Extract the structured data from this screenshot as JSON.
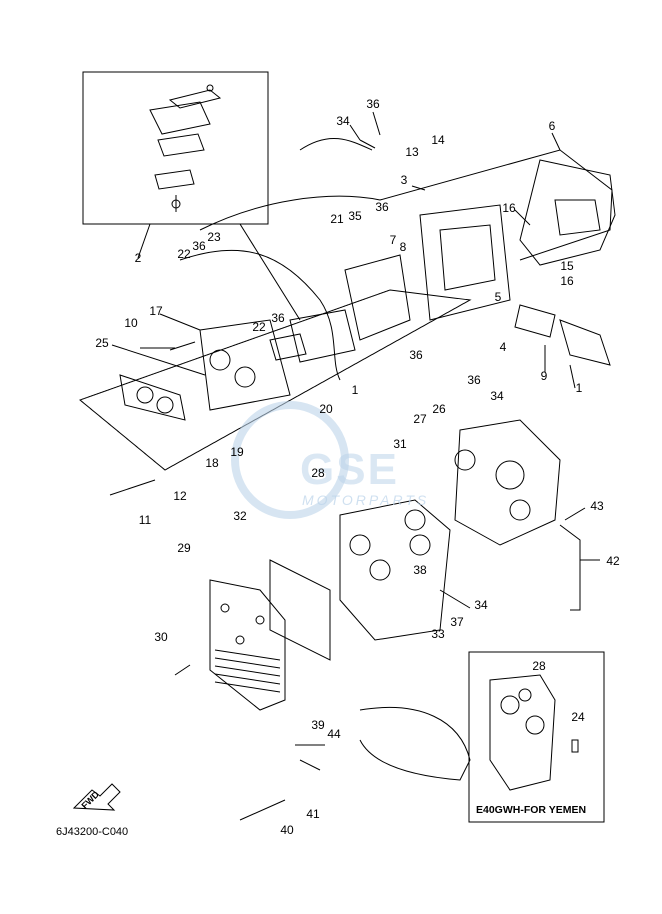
{
  "diagram_code": "6J43200-C040",
  "inset_caption": "E40GWH-FOR YEMEN",
  "direction_label": "FWD",
  "watermark": {
    "brand": "GSE",
    "sub": "MOTORPARTS"
  },
  "callouts": [
    {
      "id": "c1a",
      "text": "1"
    },
    {
      "id": "c1b",
      "text": "1"
    },
    {
      "id": "c2",
      "text": "2"
    },
    {
      "id": "c3",
      "text": "3"
    },
    {
      "id": "c4",
      "text": "4"
    },
    {
      "id": "c5",
      "text": "5"
    },
    {
      "id": "c6",
      "text": "6"
    },
    {
      "id": "c7",
      "text": "7"
    },
    {
      "id": "c8",
      "text": "8"
    },
    {
      "id": "c9",
      "text": "9"
    },
    {
      "id": "c10",
      "text": "10"
    },
    {
      "id": "c11",
      "text": "11"
    },
    {
      "id": "c12",
      "text": "12"
    },
    {
      "id": "c13",
      "text": "13"
    },
    {
      "id": "c14",
      "text": "14"
    },
    {
      "id": "c15",
      "text": "15"
    },
    {
      "id": "c16a",
      "text": "16"
    },
    {
      "id": "c16b",
      "text": "16"
    },
    {
      "id": "c17",
      "text": "17"
    },
    {
      "id": "c18",
      "text": "18"
    },
    {
      "id": "c19",
      "text": "19"
    },
    {
      "id": "c20",
      "text": "20"
    },
    {
      "id": "c21",
      "text": "21"
    },
    {
      "id": "c22a",
      "text": "22"
    },
    {
      "id": "c22b",
      "text": "22"
    },
    {
      "id": "c23",
      "text": "23"
    },
    {
      "id": "c24",
      "text": "24"
    },
    {
      "id": "c25",
      "text": "25"
    },
    {
      "id": "c26",
      "text": "26"
    },
    {
      "id": "c27",
      "text": "27"
    },
    {
      "id": "c28a",
      "text": "28"
    },
    {
      "id": "c28b",
      "text": "28"
    },
    {
      "id": "c29",
      "text": "29"
    },
    {
      "id": "c30",
      "text": "30"
    },
    {
      "id": "c31",
      "text": "31"
    },
    {
      "id": "c32",
      "text": "32"
    },
    {
      "id": "c33",
      "text": "33"
    },
    {
      "id": "c34a",
      "text": "34"
    },
    {
      "id": "c34b",
      "text": "34"
    },
    {
      "id": "c34c",
      "text": "34"
    },
    {
      "id": "c35",
      "text": "35"
    },
    {
      "id": "c36a",
      "text": "36"
    },
    {
      "id": "c36b",
      "text": "36"
    },
    {
      "id": "c36c",
      "text": "36"
    },
    {
      "id": "c36d",
      "text": "36"
    },
    {
      "id": "c36e",
      "text": "36"
    },
    {
      "id": "c36f",
      "text": "36"
    },
    {
      "id": "c37",
      "text": "37"
    },
    {
      "id": "c38",
      "text": "38"
    },
    {
      "id": "c39",
      "text": "39"
    },
    {
      "id": "c40",
      "text": "40"
    },
    {
      "id": "c41",
      "text": "41"
    },
    {
      "id": "c42",
      "text": "42"
    },
    {
      "id": "c43",
      "text": "43"
    },
    {
      "id": "c44",
      "text": "44"
    }
  ]
}
